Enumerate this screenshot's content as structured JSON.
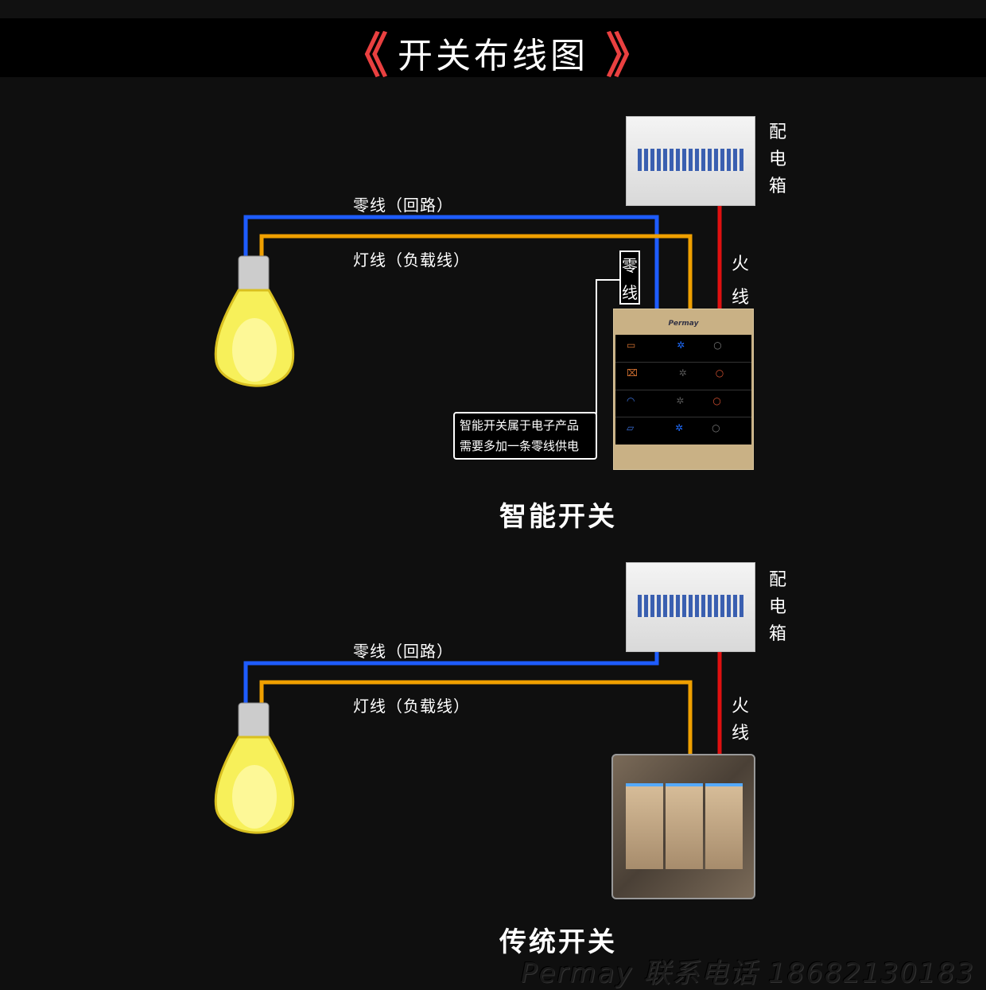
{
  "header": {
    "title": "开关布线图",
    "left_icon": "double-chevron-left-icon",
    "right_icon": "double-chevron-right-icon",
    "accent": "#e94040"
  },
  "colors": {
    "neutral": "#1e5cff",
    "load": "#f0a000",
    "live": "#e01010"
  },
  "smart": {
    "neutral_label": "零线（回路）",
    "load_label": "灯线（负载线）",
    "box_label": "配电箱",
    "live_label": "火线",
    "neutral_tag": "零线",
    "note_line1": "智能开关属于电子产品",
    "note_line2": "需要多加一条零线供电",
    "brand": "Permay",
    "caption": "智能开关"
  },
  "traditional": {
    "neutral_label": "零线（回路）",
    "load_label": "灯线（负载线）",
    "box_label": "配电箱",
    "live_label": "火线",
    "caption": "传统开关"
  },
  "watermark": "Permay 联系电话 18682130183"
}
